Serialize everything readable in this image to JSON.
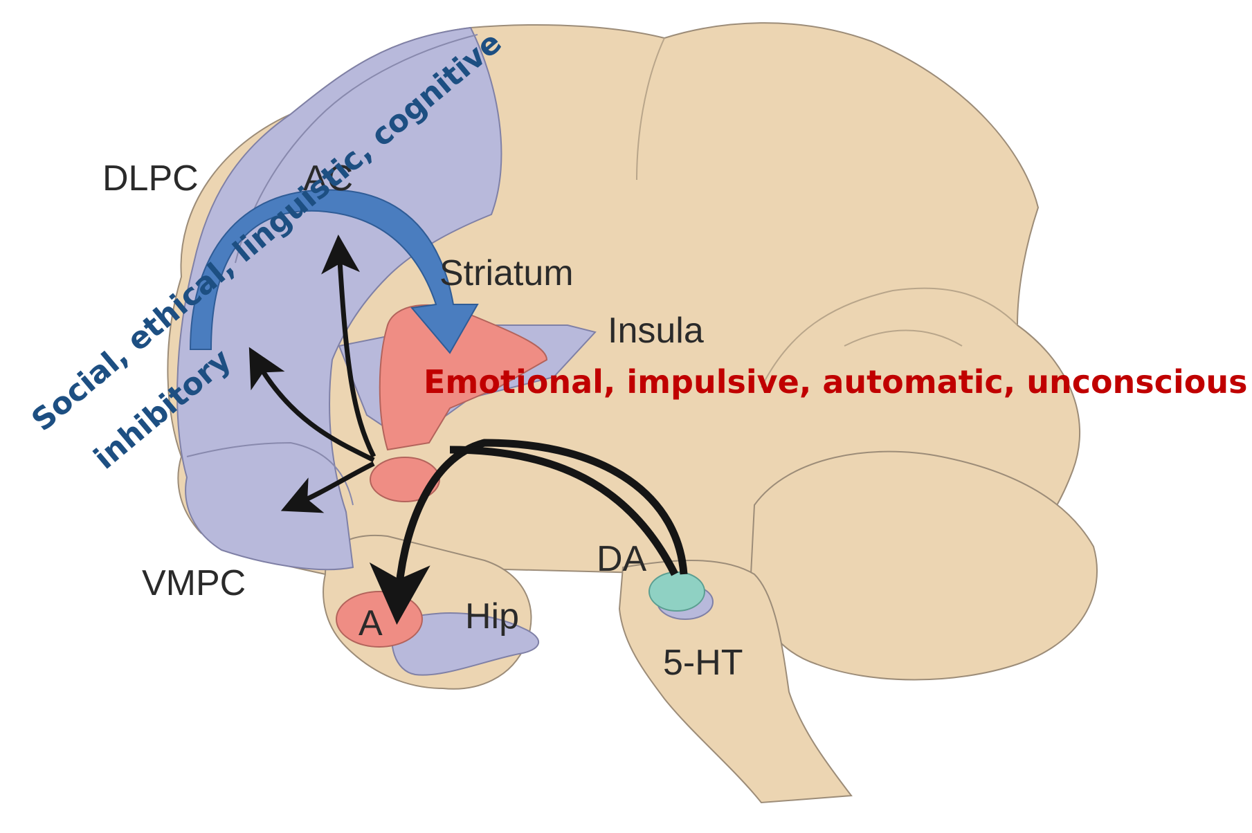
{
  "labels": {
    "dlpc": "DLPC",
    "ac": "AC",
    "striatum": "Striatum",
    "insula": "Insula",
    "vmpc": "VMPC",
    "amygdala": "A",
    "hip": "Hip",
    "da": "DA",
    "ht5": "5-HT"
  },
  "captions": {
    "top_down_line1": "Social, ethical, linguistic, cognitive",
    "top_down_line2": "inhibitory",
    "bottom_up": "Emotional, impulsive, automatic, unconscious"
  },
  "colors": {
    "brain": "#ecd5b2",
    "brain_outline": "#9c8c78",
    "prefrontal": "#b8b9db",
    "limbic_red": "#ef8d84",
    "brainstem_nucleus": "#8fd1c3",
    "pathway_arrow": "#151515",
    "top_down_arrow": "#4a7dbf",
    "top_down_text": "#1d4f82",
    "bottom_up_text": "#c00000"
  }
}
